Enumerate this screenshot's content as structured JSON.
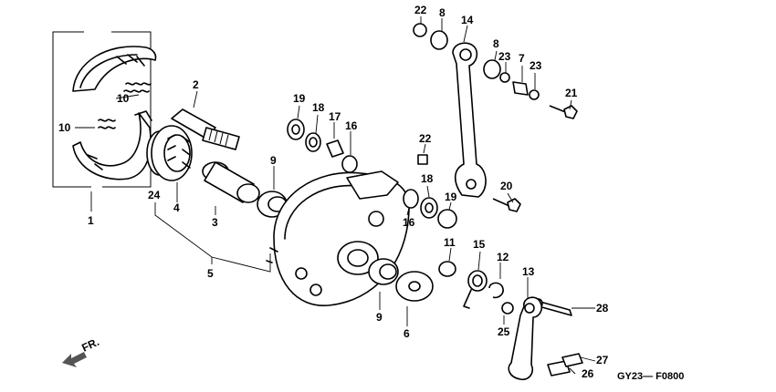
{
  "diagram": {
    "code": "GY23— F0800",
    "direction_label": "FR.",
    "callouts": [
      {
        "id": "c1",
        "label": "1"
      },
      {
        "id": "c2",
        "label": "2"
      },
      {
        "id": "c3",
        "label": "3"
      },
      {
        "id": "c4",
        "label": "4"
      },
      {
        "id": "c5",
        "label": "5"
      },
      {
        "id": "c6",
        "label": "6"
      },
      {
        "id": "c7",
        "label": "7"
      },
      {
        "id": "c8a",
        "label": "8"
      },
      {
        "id": "c8b",
        "label": "8"
      },
      {
        "id": "c9a",
        "label": "9"
      },
      {
        "id": "c9b",
        "label": "9"
      },
      {
        "id": "c10a",
        "label": "10"
      },
      {
        "id": "c10b",
        "label": "10"
      },
      {
        "id": "c11",
        "label": "11"
      },
      {
        "id": "c12",
        "label": "12"
      },
      {
        "id": "c13",
        "label": "13"
      },
      {
        "id": "c14",
        "label": "14"
      },
      {
        "id": "c15",
        "label": "15"
      },
      {
        "id": "c16a",
        "label": "16"
      },
      {
        "id": "c16b",
        "label": "16"
      },
      {
        "id": "c17",
        "label": "17"
      },
      {
        "id": "c18a",
        "label": "18"
      },
      {
        "id": "c18b",
        "label": "18"
      },
      {
        "id": "c19a",
        "label": "19"
      },
      {
        "id": "c19b",
        "label": "19"
      },
      {
        "id": "c20",
        "label": "20"
      },
      {
        "id": "c21",
        "label": "21"
      },
      {
        "id": "c22a",
        "label": "22"
      },
      {
        "id": "c22b",
        "label": "22"
      },
      {
        "id": "c23a",
        "label": "23"
      },
      {
        "id": "c23b",
        "label": "23"
      },
      {
        "id": "c24",
        "label": "24"
      },
      {
        "id": "c25",
        "label": "25"
      },
      {
        "id": "c26",
        "label": "26"
      },
      {
        "id": "c27",
        "label": "27"
      },
      {
        "id": "c28",
        "label": "28"
      }
    ]
  }
}
